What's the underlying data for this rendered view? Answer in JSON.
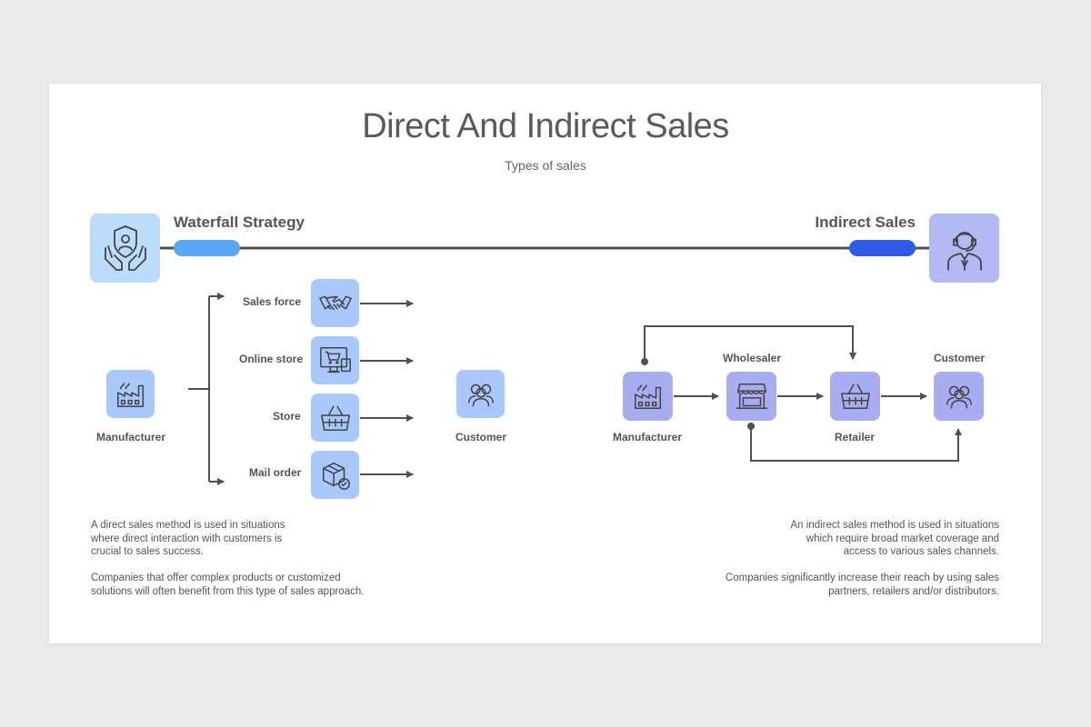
{
  "title": "Direct And Indirect Sales",
  "subtitle": "Types of sales",
  "left": {
    "heading": "Waterfall Strategy",
    "manufacturer_label": "Manufacturer",
    "channels": [
      "Sales force",
      "Online store",
      "Store",
      "Mail order"
    ],
    "customer_label": "Customer",
    "desc1": [
      "A direct sales method is used in situations",
      "where direct interaction with customers is",
      "crucial to sales success."
    ],
    "desc2": [
      "Companies that offer complex products or customized",
      "solutions will often benefit from this type of sales approach."
    ]
  },
  "right": {
    "heading": "Indirect Sales",
    "manufacturer_label": "Manufacturer",
    "wholesaler_label": "Wholesaler",
    "retailer_label": "Retailer",
    "customer_label": "Customer",
    "desc1": [
      "An indirect sales method is used in situations",
      "which require broad market coverage and",
      "access to various sales channels."
    ],
    "desc2": [
      "Companies significantly increase their reach by using sales",
      "partners, retailers and/or distributors."
    ]
  },
  "colors": {
    "light_blue": "#bcdcfb",
    "lavender": "#b3b9f3",
    "pill_left": "#5aa8f5",
    "pill_right": "#2f5be6",
    "line": "#505050"
  }
}
